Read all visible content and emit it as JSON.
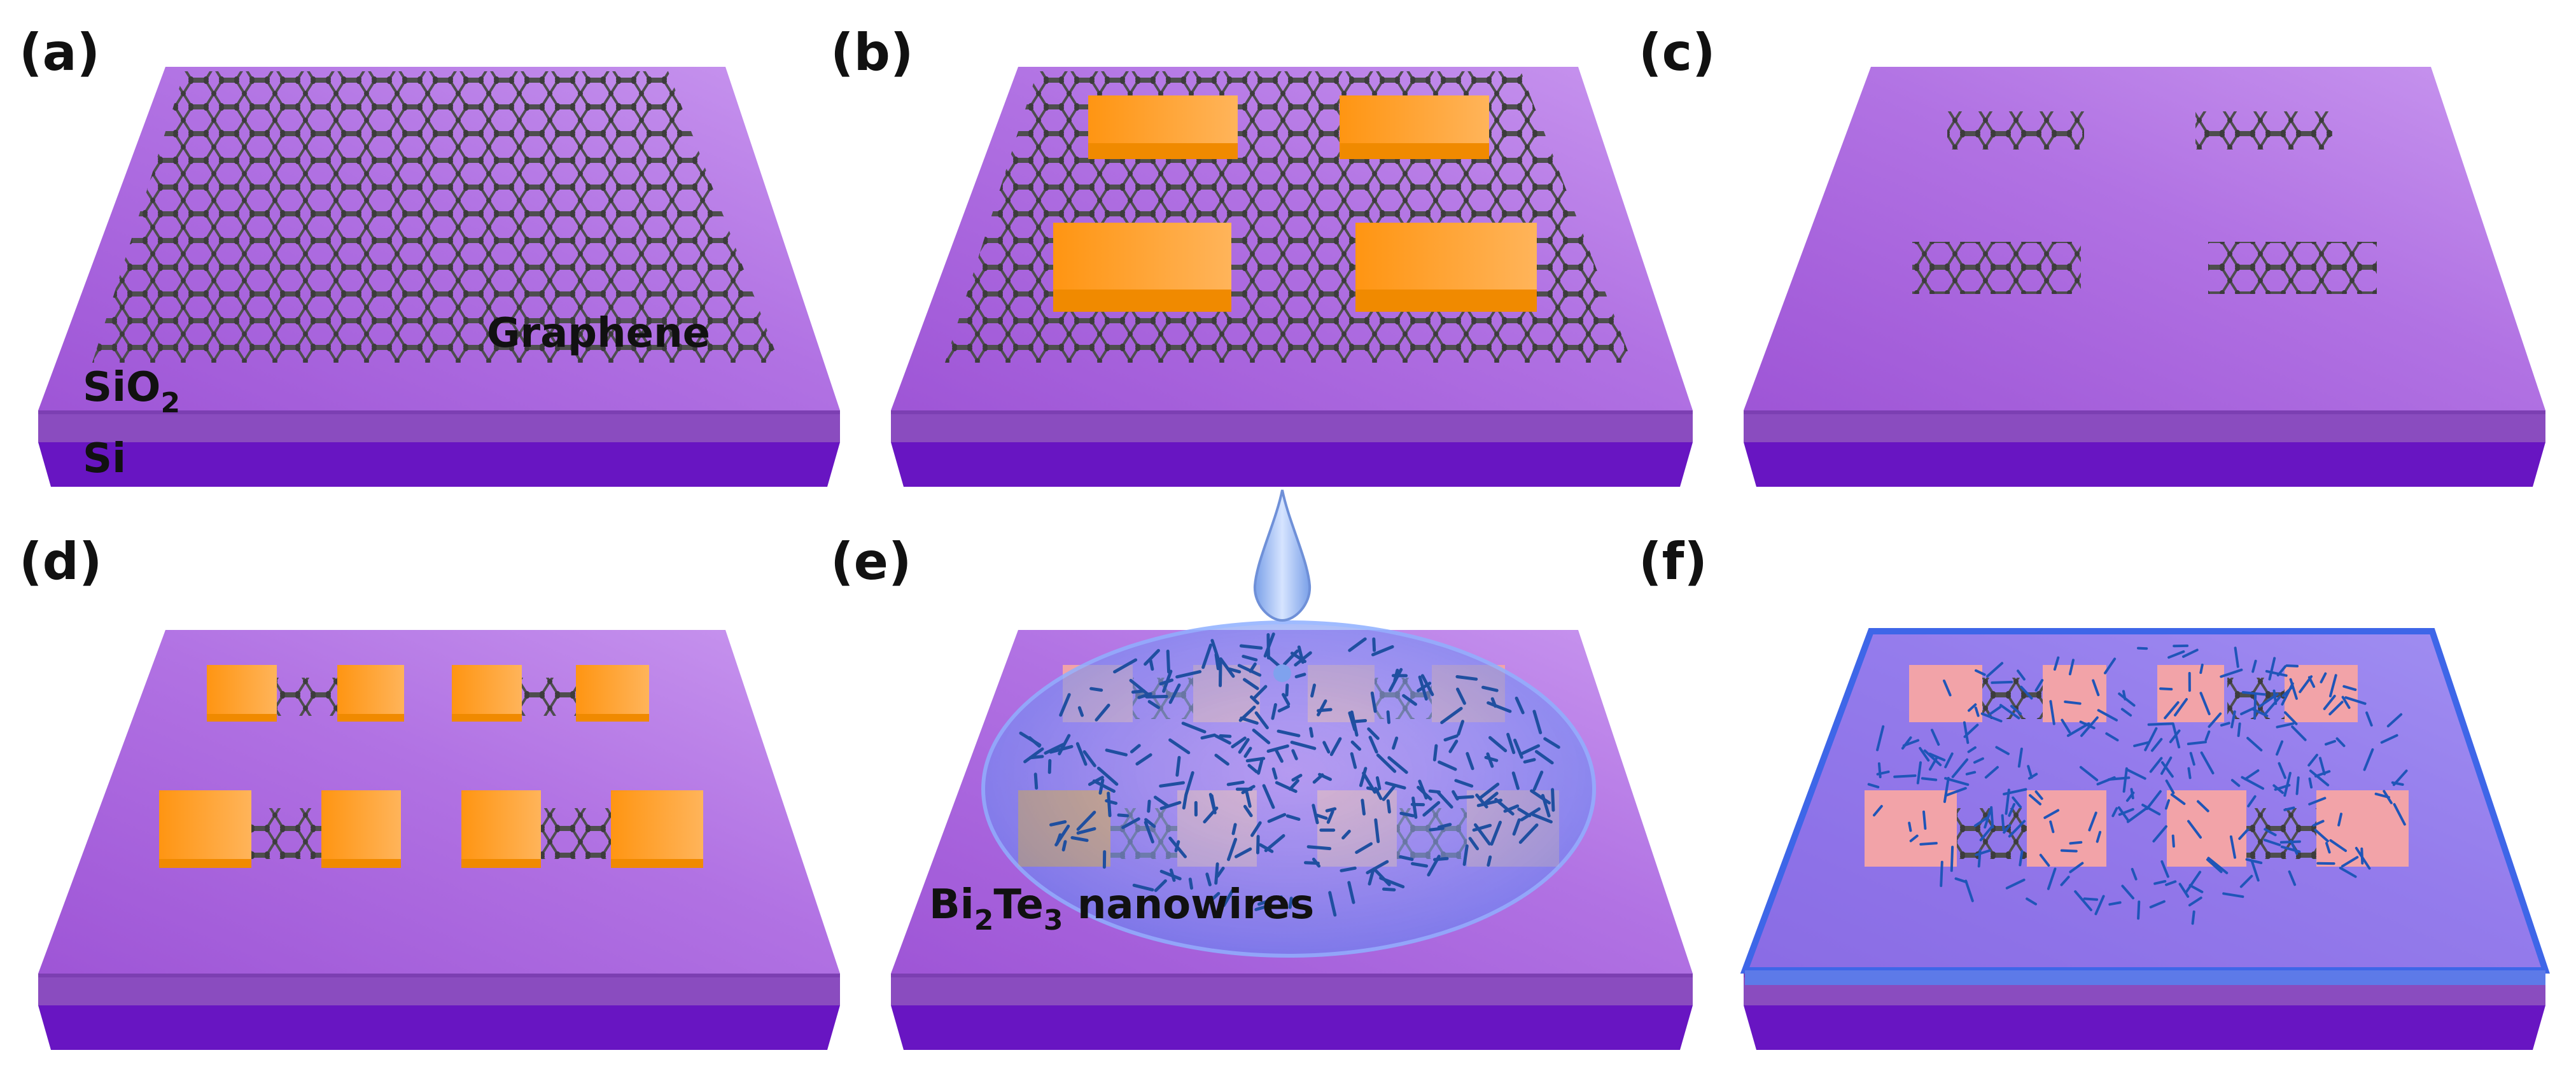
{
  "panels": [
    {
      "id": "a",
      "label": "(a)"
    },
    {
      "id": "b",
      "label": "(b)"
    },
    {
      "id": "c",
      "label": "(c)"
    },
    {
      "id": "d",
      "label": "(d)"
    },
    {
      "id": "e",
      "label": "(e)"
    },
    {
      "id": "f",
      "label": "(f)"
    }
  ],
  "layer_labels": {
    "graphene": "Graphene",
    "sio2_main": "SiO",
    "sio2_sub": "2",
    "si": "Si"
  },
  "nanowire_label": {
    "p1": "Bi",
    "s1": "2",
    "p2": "Te",
    "s2": "3",
    "p3": " nanowires"
  },
  "colors": {
    "substrate_top": "#a965dc",
    "substrate_top_light": "#c595ee",
    "sio2_front": "#8c4dc0",
    "si_front": "#6a14c4",
    "graphene": "#555555",
    "electrode_orange": "#ff9d1a",
    "electrode_pink": "#f2a3a8",
    "droplet_blue": "#7aa6f0",
    "film_blue": "#6f8cf5",
    "nanowire": "#1f4fa0"
  }
}
